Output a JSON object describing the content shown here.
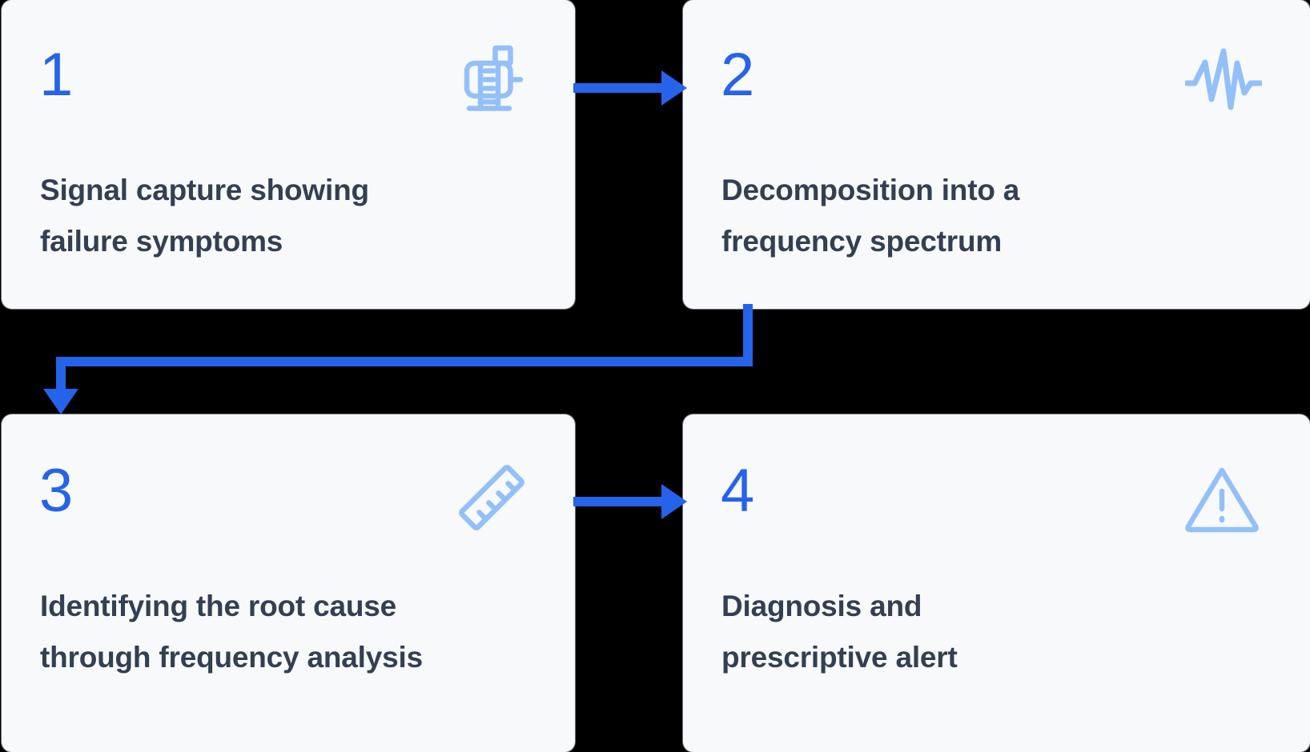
{
  "diagram": {
    "title": "Vibration analysis four-step process flow",
    "colors": {
      "card_background": "#f8f9fb",
      "card_border": "#e3e7ef",
      "number_blue": "#2563eb",
      "icon_blue": "#93c0f9",
      "text_dark": "#333f52",
      "arrow_blue": "#2563eb",
      "canvas_background": "#000000"
    },
    "steps": [
      {
        "number": "1",
        "icon": "motor-icon",
        "text_line_1": "Signal capture showing",
        "text_line_2": "failure symptoms"
      },
      {
        "number": "2",
        "icon": "waveform-icon",
        "text_line_1": "Decomposition into a",
        "text_line_2": "frequency spectrum"
      },
      {
        "number": "3",
        "icon": "ruler-icon",
        "text_line_1": "Identifying the root cause",
        "text_line_2": "through frequency analysis"
      },
      {
        "number": "4",
        "icon": "warning-triangle-icon",
        "text_line_1": "Diagnosis and",
        "text_line_2": "prescriptive alert"
      }
    ],
    "connectors": [
      {
        "name": "arrow-step1-to-step2",
        "direction": "right"
      },
      {
        "name": "arrow-step2-to-step3",
        "direction": "down-left-down"
      },
      {
        "name": "arrow-step3-to-step4",
        "direction": "right"
      }
    ]
  }
}
